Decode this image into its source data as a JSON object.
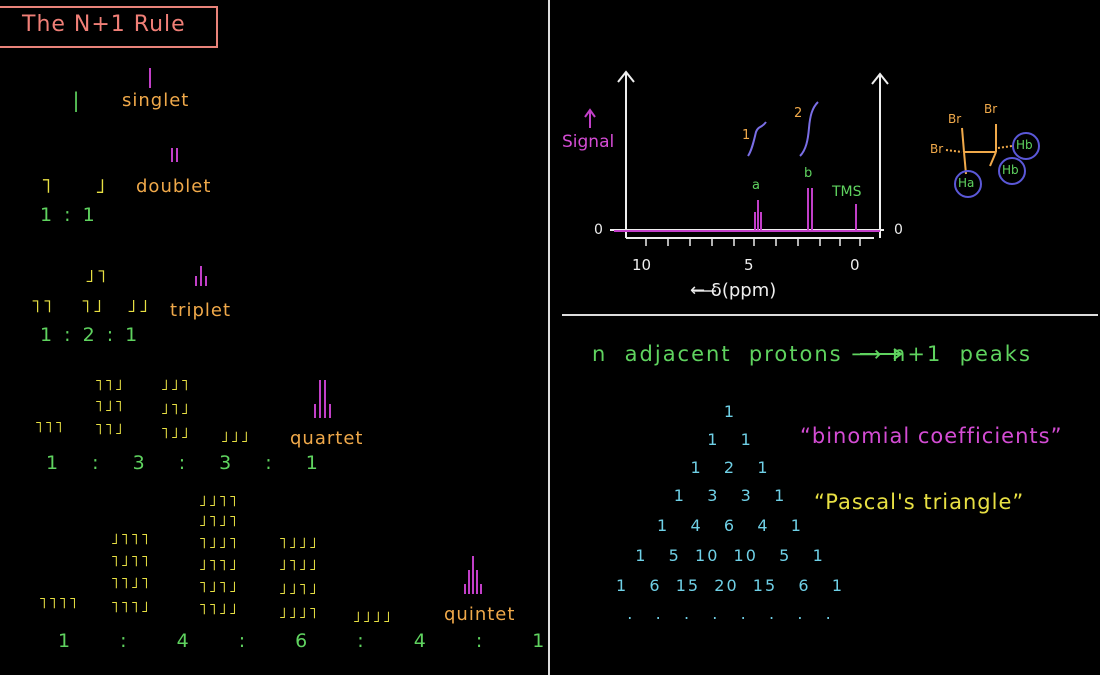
{
  "title": "The N+1 Rule",
  "singlet": {
    "spins": "|",
    "name": "singlet"
  },
  "doublet": {
    "spin_up": "˥",
    "spin_down": "˩",
    "name": "doublet",
    "ratio": "1 : 1"
  },
  "triplet": {
    "middle": "˩˥",
    "outer": [
      "˥˥",
      "˥˩",
      "˩˩"
    ],
    "name": "triplet",
    "ratio": "1 : 2 : 1"
  },
  "quartet": {
    "rows": [
      [
        "",
        "˥˥˩",
        "˩˩˥",
        ""
      ],
      [
        "",
        "˥˩˥",
        "˩˥˩",
        ""
      ],
      [
        "˥˥˥",
        "˥˥˩",
        "˥˩˩",
        "˩˩˩"
      ]
    ],
    "name": "quartet",
    "ratio": "1 : 3 : 3 : 1"
  },
  "quintet": {
    "col0": [
      "˥˥˥˥"
    ],
    "col1": [
      "˩˥˥˥",
      "˥˩˥˥",
      "˥˥˩˥",
      "˥˥˥˩"
    ],
    "col2": [
      "˩˩˥˥",
      "˩˥˩˥",
      "˥˩˩˥",
      "˩˥˥˩",
      "˥˩˥˩",
      "˥˥˩˩"
    ],
    "col3": [
      "˥˩˩˩",
      "˩˥˩˩",
      "˩˩˥˩",
      "˩˩˩˥"
    ],
    "col4": [
      "˩˩˩˩"
    ],
    "name": "quintet",
    "ratio": "1 : 4 : 6 : 4 : 1"
  },
  "spectrum": {
    "ylabel": "Signal",
    "xlabel": "← δ(ppm)",
    "ticks": [
      "10",
      "5",
      "0"
    ],
    "zero_left": "0",
    "zero_right": "0",
    "peak_a": "a",
    "peak_b": "b",
    "tms": "TMS",
    "integral_1": "1",
    "integral_2": "2"
  },
  "molecule": {
    "br1": "Br",
    "br2": "Br",
    "br3": "Br",
    "ha": "Ha",
    "hb1": "Hb",
    "hb2": "Hb"
  },
  "rule": "n  adjacent  protons ⟶ n+1  peaks",
  "pascal_rows": [
    "1",
    "1   1",
    "1   2   1",
    "1   3   3   1",
    "1   4   6   4   1",
    "1   5  10  10   5   1",
    "1   6  15  20  15   6   1",
    ".   .   .   .   .   .   .   ."
  ],
  "binomial": "“binomial coefficients”",
  "pascal_label": "“Pascal's triangle”"
}
